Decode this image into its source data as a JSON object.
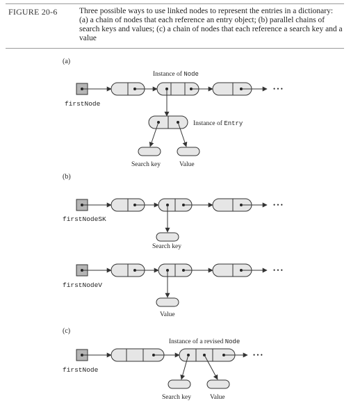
{
  "figure": {
    "label": "FIGURE 20-6",
    "caption": "Three possible ways to use linked nodes to represent the entries in a dictionary: (a) a chain of nodes that each reference an entry object; (b) parallel chains of search keys and values; (c) a chain of nodes that each reference a search key and a value"
  },
  "panel_a": {
    "tag": "(a)",
    "instance_prefix": "Instance of ",
    "instance_class": "Node",
    "head_label": "firstNode",
    "entry_prefix": "Instance of ",
    "entry_class": "Entry",
    "key_label": "Search key",
    "value_label": "Value",
    "ellipsis": "• • •"
  },
  "panel_b": {
    "tag": "(b)",
    "head_label_keys": "firstNodeSK",
    "key_label": "Search key",
    "head_label_values": "firstNodeV",
    "value_label": "Value",
    "ellipsis_keys": "• • •",
    "ellipsis_values": "• • •"
  },
  "panel_c": {
    "tag": "(c)",
    "instance_prefix": "Instance of a revised ",
    "instance_class": "Node",
    "head_label": "firstNode",
    "key_label": "Search key",
    "value_label": "Value",
    "ellipsis": "• • •"
  },
  "colors": {
    "node_fill": "#e6e6e6",
    "head_fill": "#b5b5b5",
    "stroke": "#333333"
  }
}
